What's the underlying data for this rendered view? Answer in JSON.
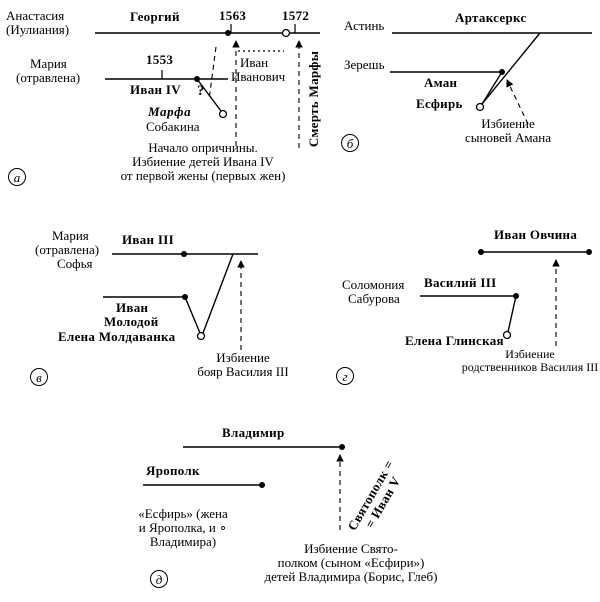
{
  "figure": {
    "ink_color": "#000000",
    "background_color": "#ffffff"
  },
  "panel_a": {
    "marker": "а",
    "wife1_line1": "Анастасия",
    "wife1_line2": "(Иулиания)",
    "husband_top": "Георгий",
    "year_1563": "1563",
    "year_1572": "1572",
    "wife2_line1": "Мария",
    "wife2_line2": "(отравлена)",
    "year_1553": "1553",
    "son": "Иван IV",
    "bride_first": "Марфа",
    "bride_last": "Собакина",
    "grandson_line1": "Иван",
    "grandson_line2": "Иванович",
    "question_mark": "?",
    "note_line1": "Начало опричнины.",
    "note_line2": "Избиение детей Ивана IV",
    "note_line3": "от первой жены (первых жен)",
    "vertical_note": "Смерть Марфы"
  },
  "panel_b": {
    "marker": "б",
    "wife1": "Астинь",
    "king": "Артаксеркс",
    "wife2": "Зерешь",
    "vizier": "Аман",
    "heroine": "Есфирь",
    "note_line1": "Избиение",
    "note_line2": "сыновей Амана"
  },
  "panel_v": {
    "marker": "в",
    "wife1_line1": "Мария",
    "wife1_line2": "(отравлена)",
    "wife1_line3": "Софья",
    "husband": "Иван III",
    "son_line1": "Иван",
    "son_line2": "Молодой",
    "bride": "Елена Молдаванка",
    "note_line1": "Избиение",
    "note_line2": "бояр Василия III"
  },
  "panel_g": {
    "marker": "г",
    "lover": "Иван Овчина",
    "wife1_line1": "Соломония",
    "wife1_line2": "Сабурова",
    "husband": "Василий III",
    "bride": "Елена Глинская",
    "note_line1": "Избиение",
    "note_line2": "родственников Василия III"
  },
  "panel_d": {
    "marker": "д",
    "ruler": "Владимир",
    "brother": "Ярополк",
    "esther_line1": "«Есфирь» (жена",
    "esther_line2": "и Ярополка, и ∘",
    "esther_line3": "Владимира)",
    "rot_line1": "Святополк =",
    "rot_line2": "= Иван V",
    "note_line1": "Избиение Свято-",
    "note_line2": "полком (сыном «Есфири»)",
    "note_line3": "детей Владимира (Борис, Глеб)"
  }
}
